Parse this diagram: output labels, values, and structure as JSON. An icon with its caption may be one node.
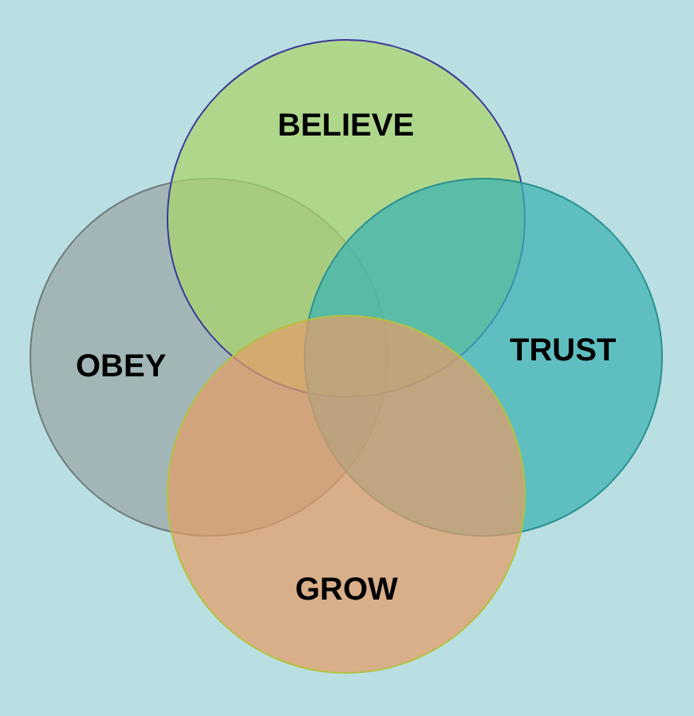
{
  "diagram": {
    "nodes": [
      {
        "text": [
          "BELIEVE"
        ]
      },
      {
        "text": [
          "OBEY"
        ]
      },
      {
        "text": [
          "TRUST"
        ]
      },
      {
        "text": [
          "GROW"
        ]
      }
    ]
  }
}
